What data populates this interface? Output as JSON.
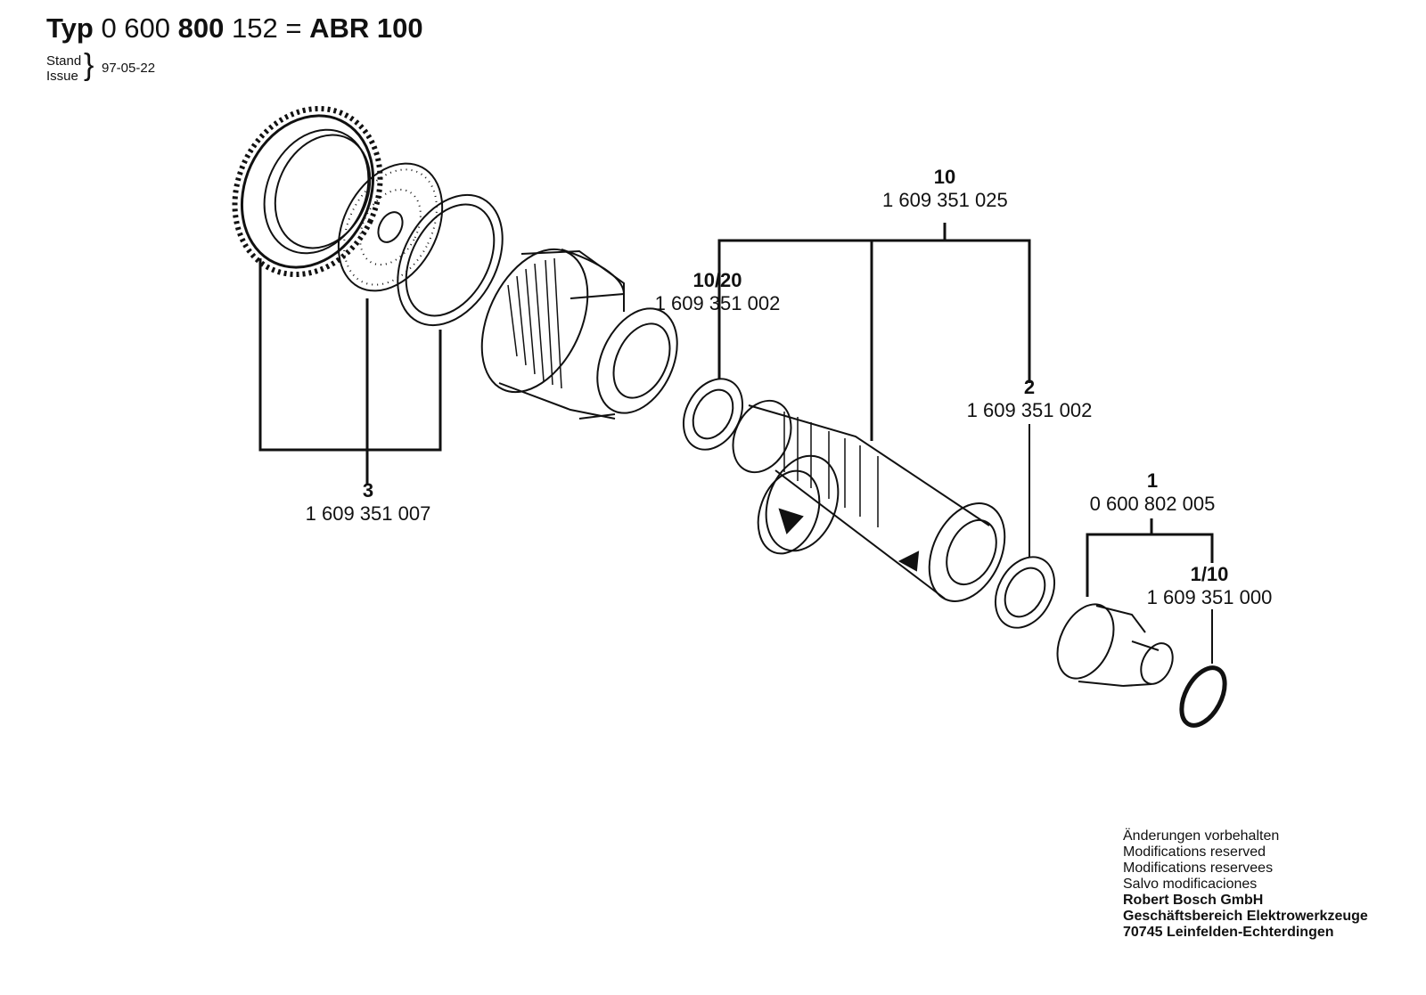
{
  "header": {
    "typ_label": "Typ",
    "num_a": "0 600",
    "num_b": "800",
    "num_c": "152 =",
    "model": "ABR 100",
    "stand_label": "Stand",
    "issue_label": "Issue",
    "date": "97-05-22"
  },
  "parts": [
    {
      "number": "10",
      "part_no": "1 609 351 025"
    },
    {
      "number": "10/20",
      "part_no": "1 609 351 002"
    },
    {
      "number": "2",
      "part_no": "1 609 351 002"
    },
    {
      "number": "3",
      "part_no": "1 609 351 007"
    },
    {
      "number": "1",
      "part_no": "0 600 802 005"
    },
    {
      "number": "1/10",
      "part_no": "1 609 351 000"
    }
  ],
  "footer": {
    "line1": "Änderungen vorbehalten",
    "line2": "Modifications reserved",
    "line3": "Modifications reservees",
    "line4": "Salvo modificaciones",
    "company": "Robert Bosch GmbH",
    "division": "Geschäftsbereich Elektrowerkzeuge",
    "address": "70745 Leinfelden-Echterdingen"
  }
}
